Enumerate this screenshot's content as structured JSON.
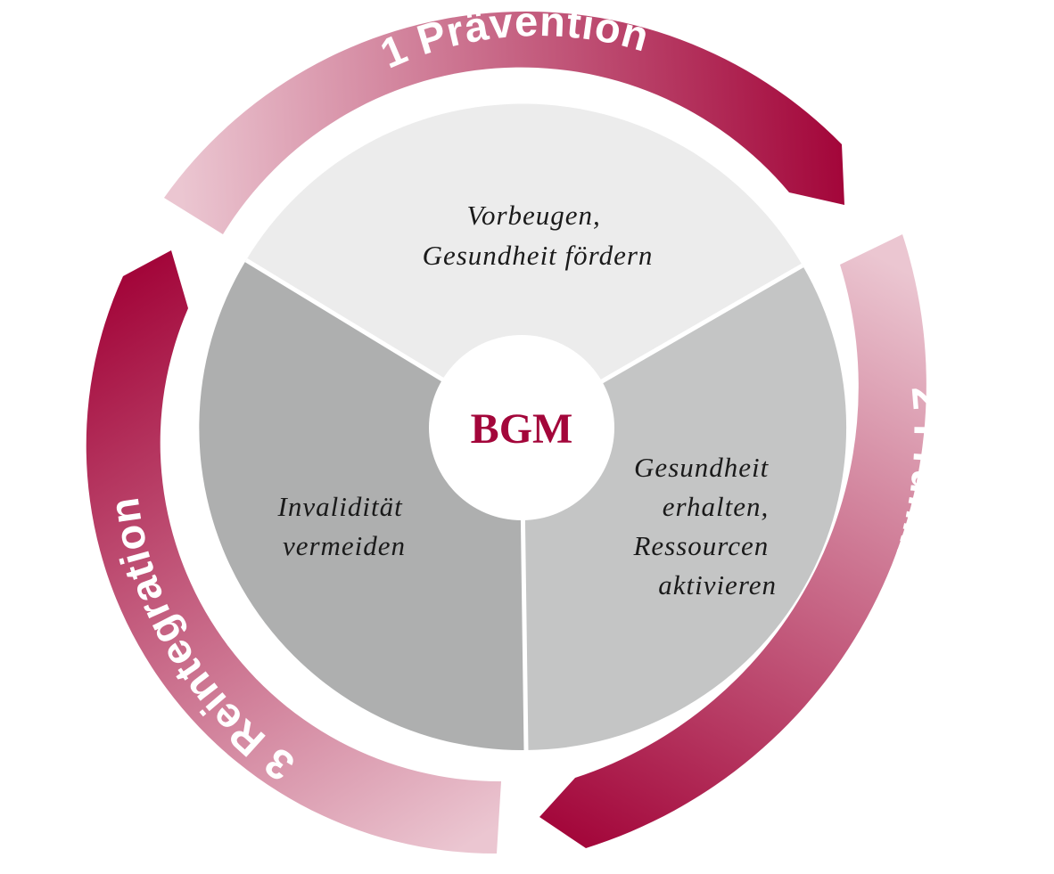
{
  "center": {
    "label": "BGM"
  },
  "segments": [
    {
      "id": "top",
      "lines": [
        "Vorbeugen,",
        "Gesundheit fördern"
      ]
    },
    {
      "id": "right",
      "lines": [
        "Gesundheit",
        "erhalten,",
        "Ressourcen",
        "aktivieren"
      ]
    },
    {
      "id": "left",
      "lines": [
        "Invalidität",
        "vermeiden"
      ]
    }
  ],
  "arrows": [
    {
      "id": "praevention",
      "label": "1 Prävention"
    },
    {
      "id": "fruehintervention",
      "label": "2 Frühintervention"
    },
    {
      "id": "reintegration",
      "label": "3 Reintegration"
    }
  ],
  "colors": {
    "accent": "#a3063a",
    "accent_light": "#ebc6d1",
    "segment_top": "#ececec",
    "segment_right": "#c4c5c5",
    "segment_left": "#aeafaf",
    "center_fill": "#ffffff"
  }
}
